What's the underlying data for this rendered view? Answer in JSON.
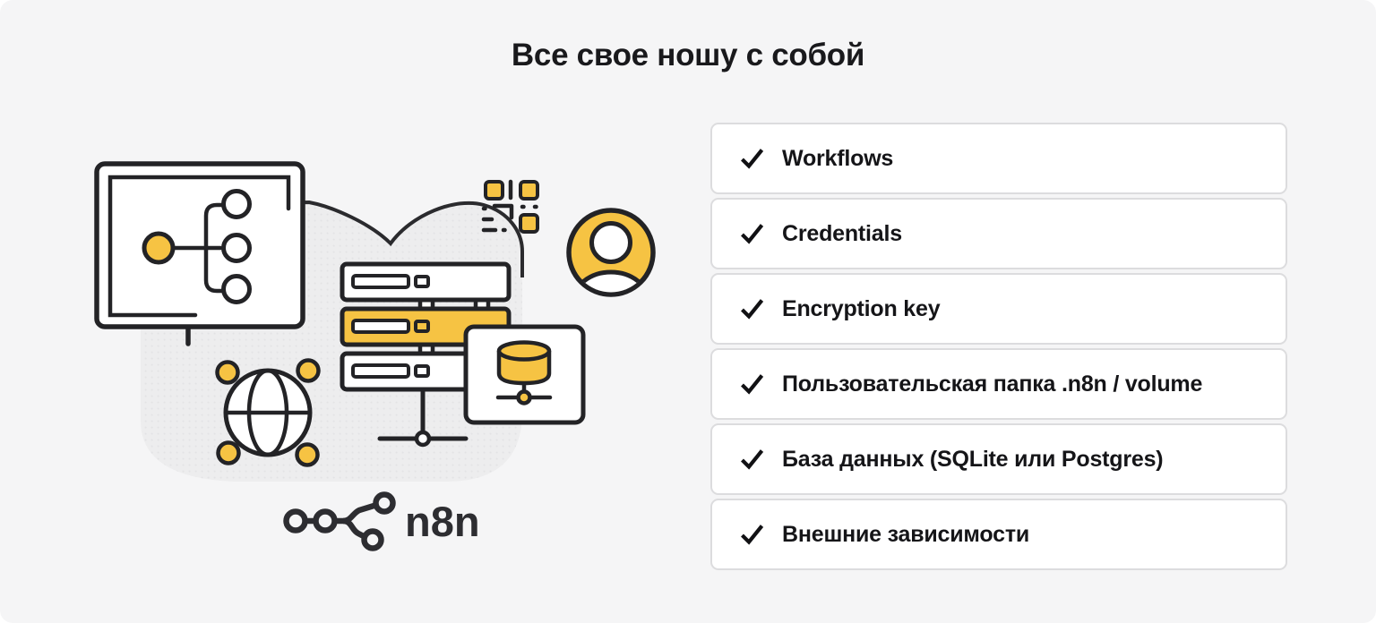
{
  "title": "Все свое ношу с собой",
  "brand": {
    "logo_text": "n8n"
  },
  "checklist": {
    "items": [
      {
        "label": "Workflows",
        "checked": true
      },
      {
        "label": "Credentials",
        "checked": true
      },
      {
        "label": "Encryption key",
        "checked": true
      },
      {
        "label": "Пользовательская папка .n8n / volume",
        "checked": true
      },
      {
        "label": "База данных (SQLite или Postgres)",
        "checked": true
      },
      {
        "label": "Внешние зависимости",
        "checked": true
      }
    ]
  },
  "illustration": {
    "icons": [
      "cloud-icon",
      "monitor-workflow-icon",
      "server-stack-icon",
      "database-icon",
      "qr-code-icon",
      "user-avatar-icon",
      "globe-icon",
      "n8n-logo"
    ]
  },
  "colors": {
    "background": "#F5F5F6",
    "accent_yellow": "#F6C343",
    "stroke": "#232326",
    "card_border": "#DCDCDE",
    "card_background": "#FFFFFF",
    "text": "#19191C",
    "cloud_fill": "#EDEDEE"
  }
}
